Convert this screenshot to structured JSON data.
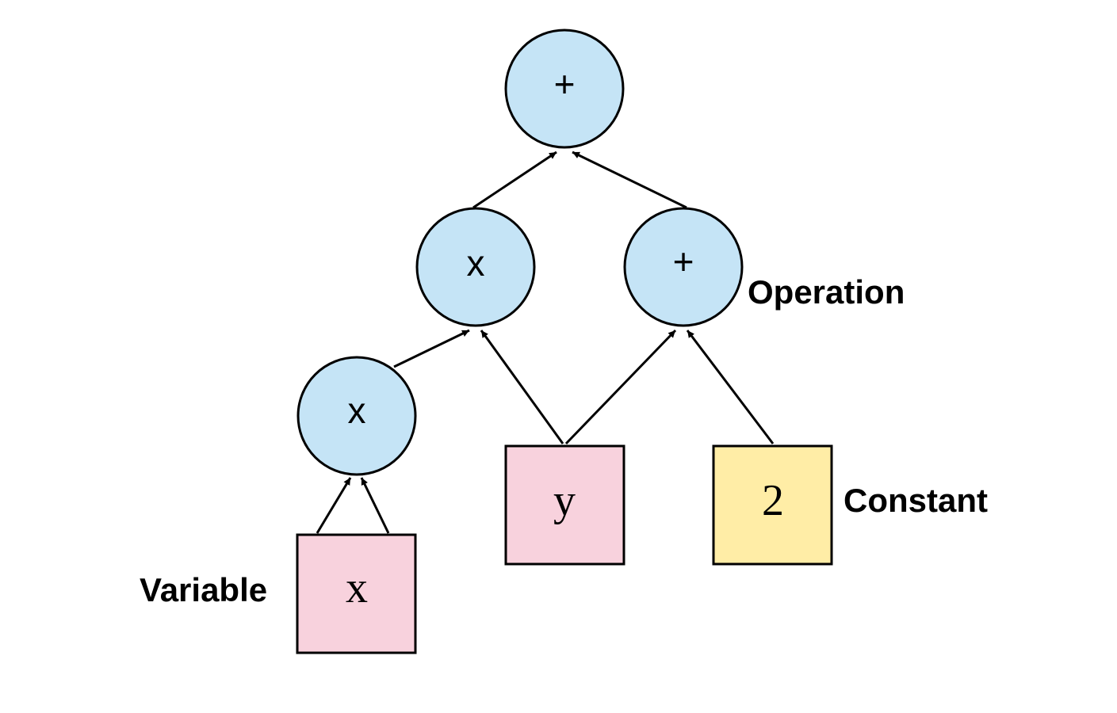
{
  "colors": {
    "operation_fill": "#c5e4f6",
    "variable_fill": "#f8d2dd",
    "constant_fill": "#ffeda6",
    "stroke": "#000000"
  },
  "nodes": {
    "top_plus": {
      "kind": "operation",
      "symbol": "+"
    },
    "mid_times": {
      "kind": "operation",
      "symbol": "x"
    },
    "mid_plus": {
      "kind": "operation",
      "symbol": "+"
    },
    "low_times": {
      "kind": "operation",
      "symbol": "x"
    },
    "var_x": {
      "kind": "variable",
      "symbol": "x"
    },
    "var_y": {
      "kind": "variable",
      "symbol": "y"
    },
    "const_2": {
      "kind": "constant",
      "symbol": "2"
    }
  },
  "edges": [
    {
      "from": "mid_times",
      "to": "top_plus"
    },
    {
      "from": "mid_plus",
      "to": "top_plus"
    },
    {
      "from": "low_times",
      "to": "mid_times"
    },
    {
      "from": "var_y",
      "to": "mid_times"
    },
    {
      "from": "var_y",
      "to": "mid_plus"
    },
    {
      "from": "const_2",
      "to": "mid_plus"
    },
    {
      "from": "var_x",
      "to": "low_times"
    },
    {
      "from": "var_x",
      "to": "low_times"
    }
  ],
  "legend": {
    "operation": "Operation",
    "constant": "Constant",
    "variable": "Variable"
  }
}
